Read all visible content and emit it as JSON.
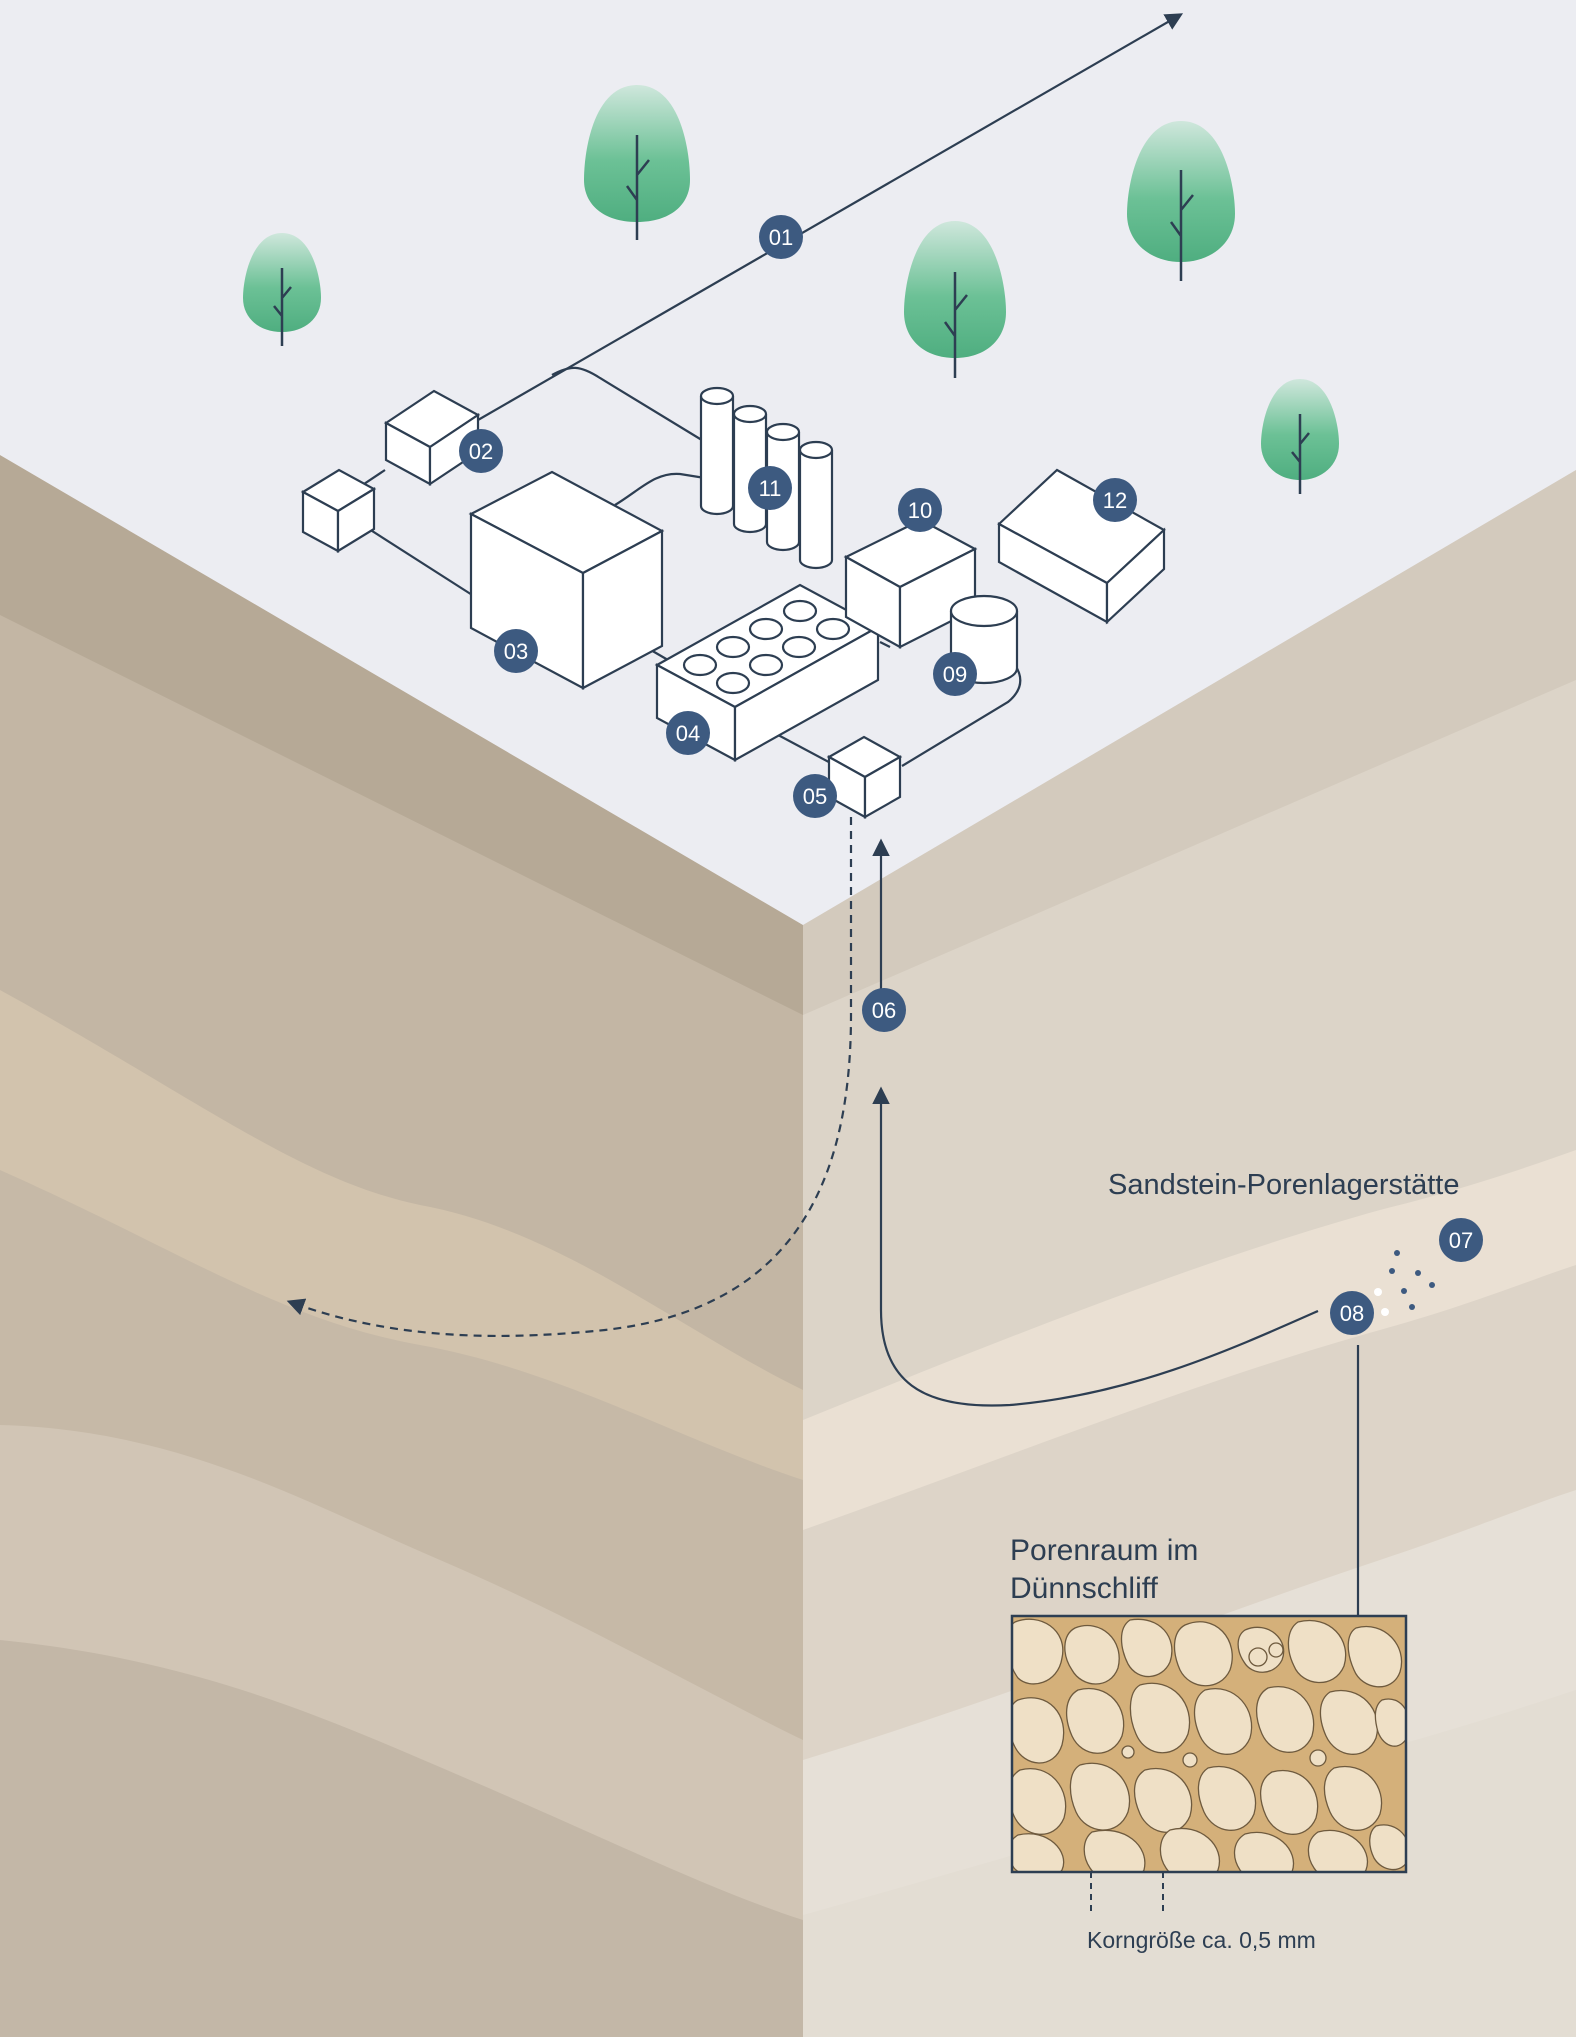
{
  "labels": {
    "reservoir": "Sandstein-Porenlagerstätte",
    "thin_section_line1": "Porenraum im",
    "thin_section_line2": "Dünnschliff",
    "grain_size": "Korngröße ca. 0,5 mm"
  },
  "markers": [
    "01",
    "02",
    "03",
    "04",
    "05",
    "06",
    "07",
    "08",
    "09",
    "10",
    "11",
    "12"
  ],
  "colors": {
    "marker_fill": "#3d5a80",
    "line": "#2d3e52",
    "ground_surface": "#ecedf2",
    "tree": "#5eb88a",
    "grain_matrix": "#d4b07a",
    "grain": "#efe0c6"
  },
  "icons": [
    "tree-icon",
    "compressor-box-icon",
    "process-block-icon",
    "cooling-fans-icon",
    "tank-icon",
    "building-icon"
  ]
}
